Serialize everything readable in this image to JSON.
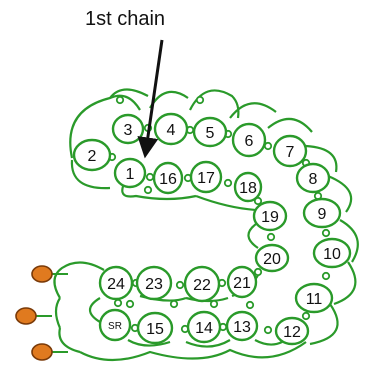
{
  "callout": {
    "label": "1st chain"
  },
  "rings": [
    {
      "label": "1"
    },
    {
      "label": "2"
    },
    {
      "label": "3"
    },
    {
      "label": "4"
    },
    {
      "label": "5"
    },
    {
      "label": "6"
    },
    {
      "label": "7"
    },
    {
      "label": "8"
    },
    {
      "label": "9"
    },
    {
      "label": "10"
    },
    {
      "label": "11"
    },
    {
      "label": "12"
    },
    {
      "label": "13"
    },
    {
      "label": "14"
    },
    {
      "label": "15"
    },
    {
      "label": "SR"
    },
    {
      "label": "16"
    },
    {
      "label": "17"
    },
    {
      "label": "18"
    },
    {
      "label": "19"
    },
    {
      "label": "20"
    },
    {
      "label": "21"
    },
    {
      "label": "22"
    },
    {
      "label": "23"
    },
    {
      "label": "24"
    }
  ],
  "colors": {
    "thread": "#2a9a2a",
    "ring_fill": "#ffffff",
    "bead_fill": "#e07a1f",
    "bead_stroke": "#7a3a08",
    "arrow": "#111111",
    "text": "#111111"
  }
}
